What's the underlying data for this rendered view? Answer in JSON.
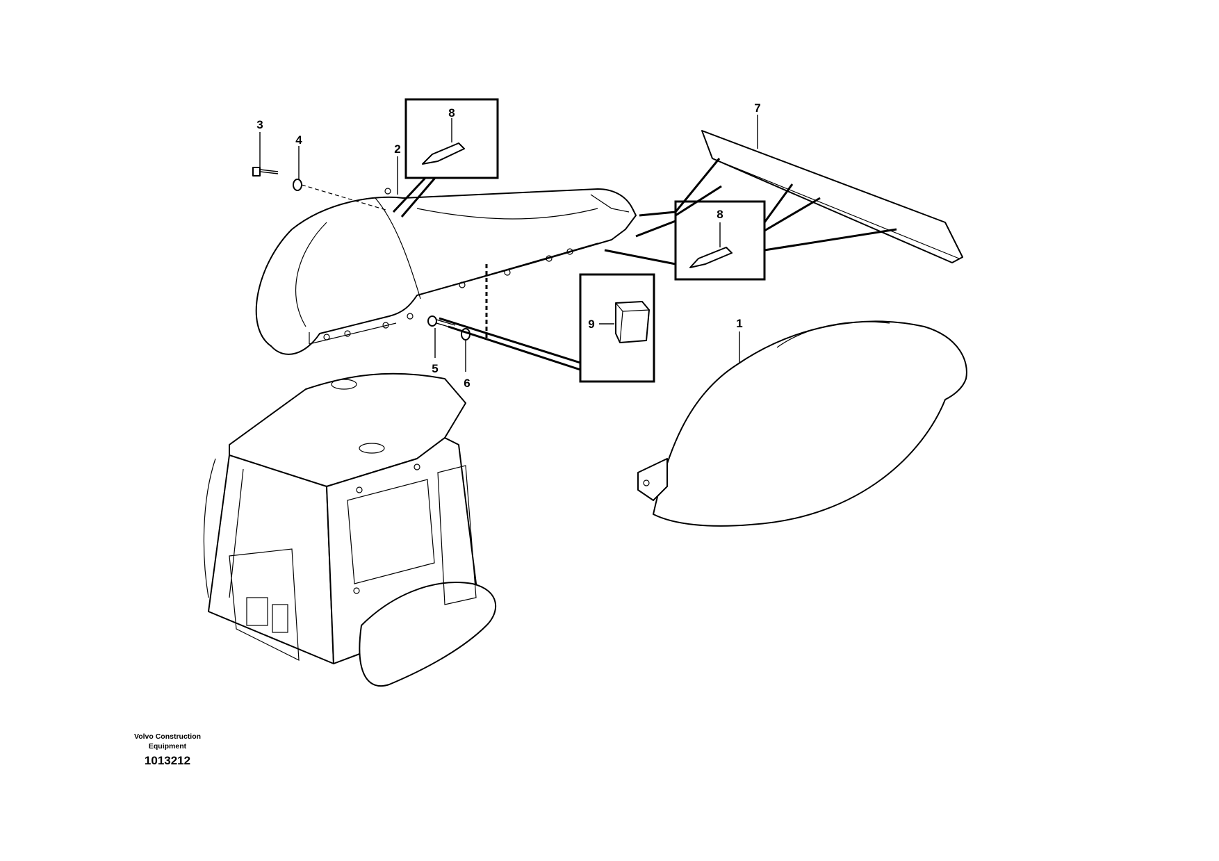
{
  "diagram": {
    "callouts": [
      "1",
      "2",
      "3",
      "4",
      "5",
      "6",
      "7",
      "8",
      "8",
      "9"
    ],
    "company_line1": "Volvo Construction",
    "company_line2": "Equipment",
    "document_number": "1013212"
  }
}
